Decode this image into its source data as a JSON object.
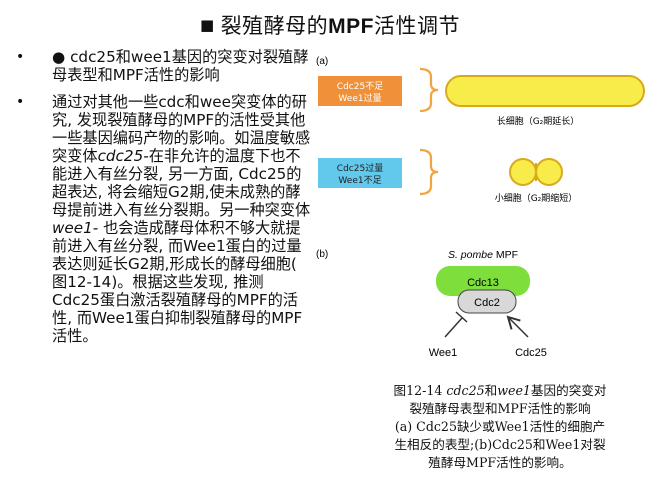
{
  "title": {
    "bullet_glyph": "■",
    "prefix": "裂殖酵母的",
    "bold": "MPF",
    "suffix": "活性调节"
  },
  "bullets": [
    {
      "marker": "•",
      "text": "● cdc25和wee1基因的突变对裂殖酵母表型和MPF活性的影响"
    },
    {
      "marker": "•",
      "part1": "通过对其他一些cdc和wee突变体的研究, 发现裂殖酵母的MPF的活性受其他一些基因编码产物的影响。如温度敏感突变体",
      "italic1": "cdc25-",
      "part2": "在非允许的温度下也不能进入有丝分裂, 另一方面, Cdc25的超表达, 将会缩短G2期,使未成熟的酵母提前进入有丝分裂期。另一种突变体",
      "italic2": "wee1-",
      "part3": " 也会造成酵母体积不够大就提前进入有丝分裂, 而Wee1蛋白的过量表达则延长G2期,形成长的酵母细胞( 图12-14)。根据这些发现, 推测Cdc25蛋白激活裂殖酵母的MPF的活性, 而Wee1蛋白抑制裂殖酵母的MPF活性。"
    }
  ],
  "figure": {
    "panel_a": "(a)",
    "panel_b": "(b)",
    "box1_line1": "Cdc25不足",
    "box1_line2": "Wee1过量",
    "box2_line1": "Cdc25过量",
    "box2_line2": "Wee1不足",
    "long_cell_label": "长细胞（G₂期延长）",
    "small_cell_label": "小细胞（G₂期缩短）",
    "mpf_italic": "S. pombe",
    "mpf_text": " MPF",
    "cdc13": "Cdc13",
    "cdc2": "Cdc2",
    "wee1": "Wee1",
    "cdc25": "Cdc25",
    "colors": {
      "box1_fill": "#f0913a",
      "box1_text": "#ffffff",
      "box2_fill": "#62c8ec",
      "box2_text": "#222222",
      "cell_fill": "#f8ec4a",
      "cell_stroke": "#d8aa1a",
      "brace": "#f0a640",
      "cdc13_fill": "#7ede3c",
      "cdc2_fill": "#d8d8d8"
    }
  },
  "caption": {
    "line1_a": "图12-14 ",
    "line1_i1": "cdc25",
    "line1_b": "和",
    "line1_i2": "wee1",
    "line1_c": "基因的突变对",
    "line2": "裂殖酵母表型和MPF活性的影响",
    "line3": "(a) Cdc25缺少或Wee1活性的细胞产",
    "line4": "生相反的表型;(b)Cdc25和Wee1对裂",
    "line5": "殖酵母MPF活性的影响。"
  }
}
